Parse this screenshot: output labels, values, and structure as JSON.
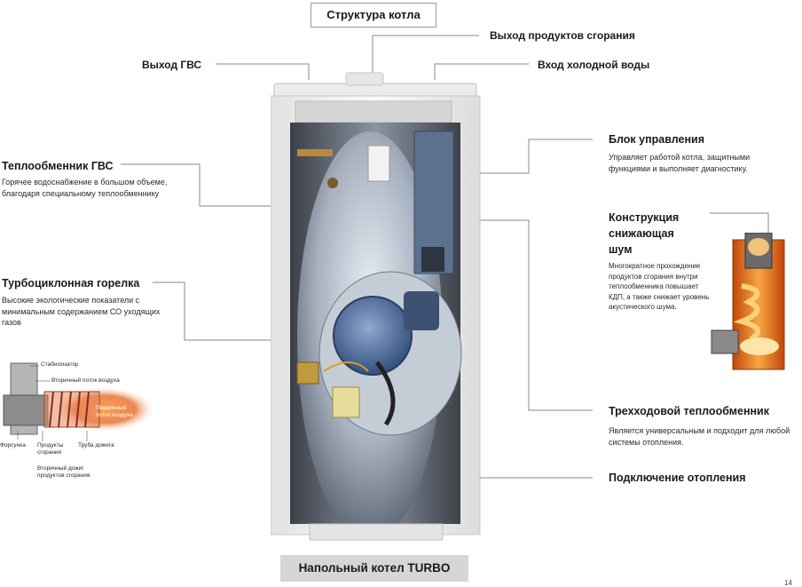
{
  "title": "Структура котла",
  "footer": "Напольный котел TURBO",
  "page_marker": "14",
  "labels": {
    "exhaust": "Выход продуктов сгорания",
    "dhw_out": "Выход ГВС",
    "cold_in": "Вход холодной воды",
    "control": {
      "title": "Блок управления",
      "desc": "Управляет работой котла, защитными функциями и выполняет диагностику."
    },
    "dhw_exchanger": {
      "title": "Теплообменник ГВС",
      "desc": "Горячее водоснабжение в большом объеме, благодаря специальному теплообменнику"
    },
    "noise": {
      "title_lines": [
        "Конструкция",
        "снижающая",
        "шум"
      ],
      "desc": "Многократное прохождение продуктов сгорания внутри теплообменника повышает КДП, а также снижает уровень акустического шума."
    },
    "burner": {
      "title": "Турбоциклонная горелка",
      "desc": "Высокие экологические показатели с минимальным содержанием СО уходящих газов"
    },
    "three_pass": {
      "title": "Трехходовой теплообменник",
      "desc": "Является универсальным и подходит для любой системы отопления."
    },
    "heating": "Подключение отопления"
  },
  "burner_diagram": {
    "stabilizer": "Стабилизатор",
    "secondary_air": "Вторичный поток воздуха",
    "primary_air": "Первичный поток воздуха",
    "nozzle": "Форсунка",
    "combustion_products": "Продукты сгорания",
    "afterburn_tube": "Труба дожига",
    "secondary_afterburn": "Вторичный дожиг продуктов сгорания"
  },
  "colors": {
    "leader_line": "#8a8a8a",
    "footer_bg": "#d6d6d6",
    "cabinet": "#f4f4f4",
    "cavity": "#5c6470",
    "burner_body": "#4f6fa0",
    "flame": "#e0651e",
    "exchanger": "#f07d1e"
  },
  "icons": [
    "boiler-photo",
    "burner-cutaway-diagram",
    "exchanger-cutaway-diagram"
  ]
}
